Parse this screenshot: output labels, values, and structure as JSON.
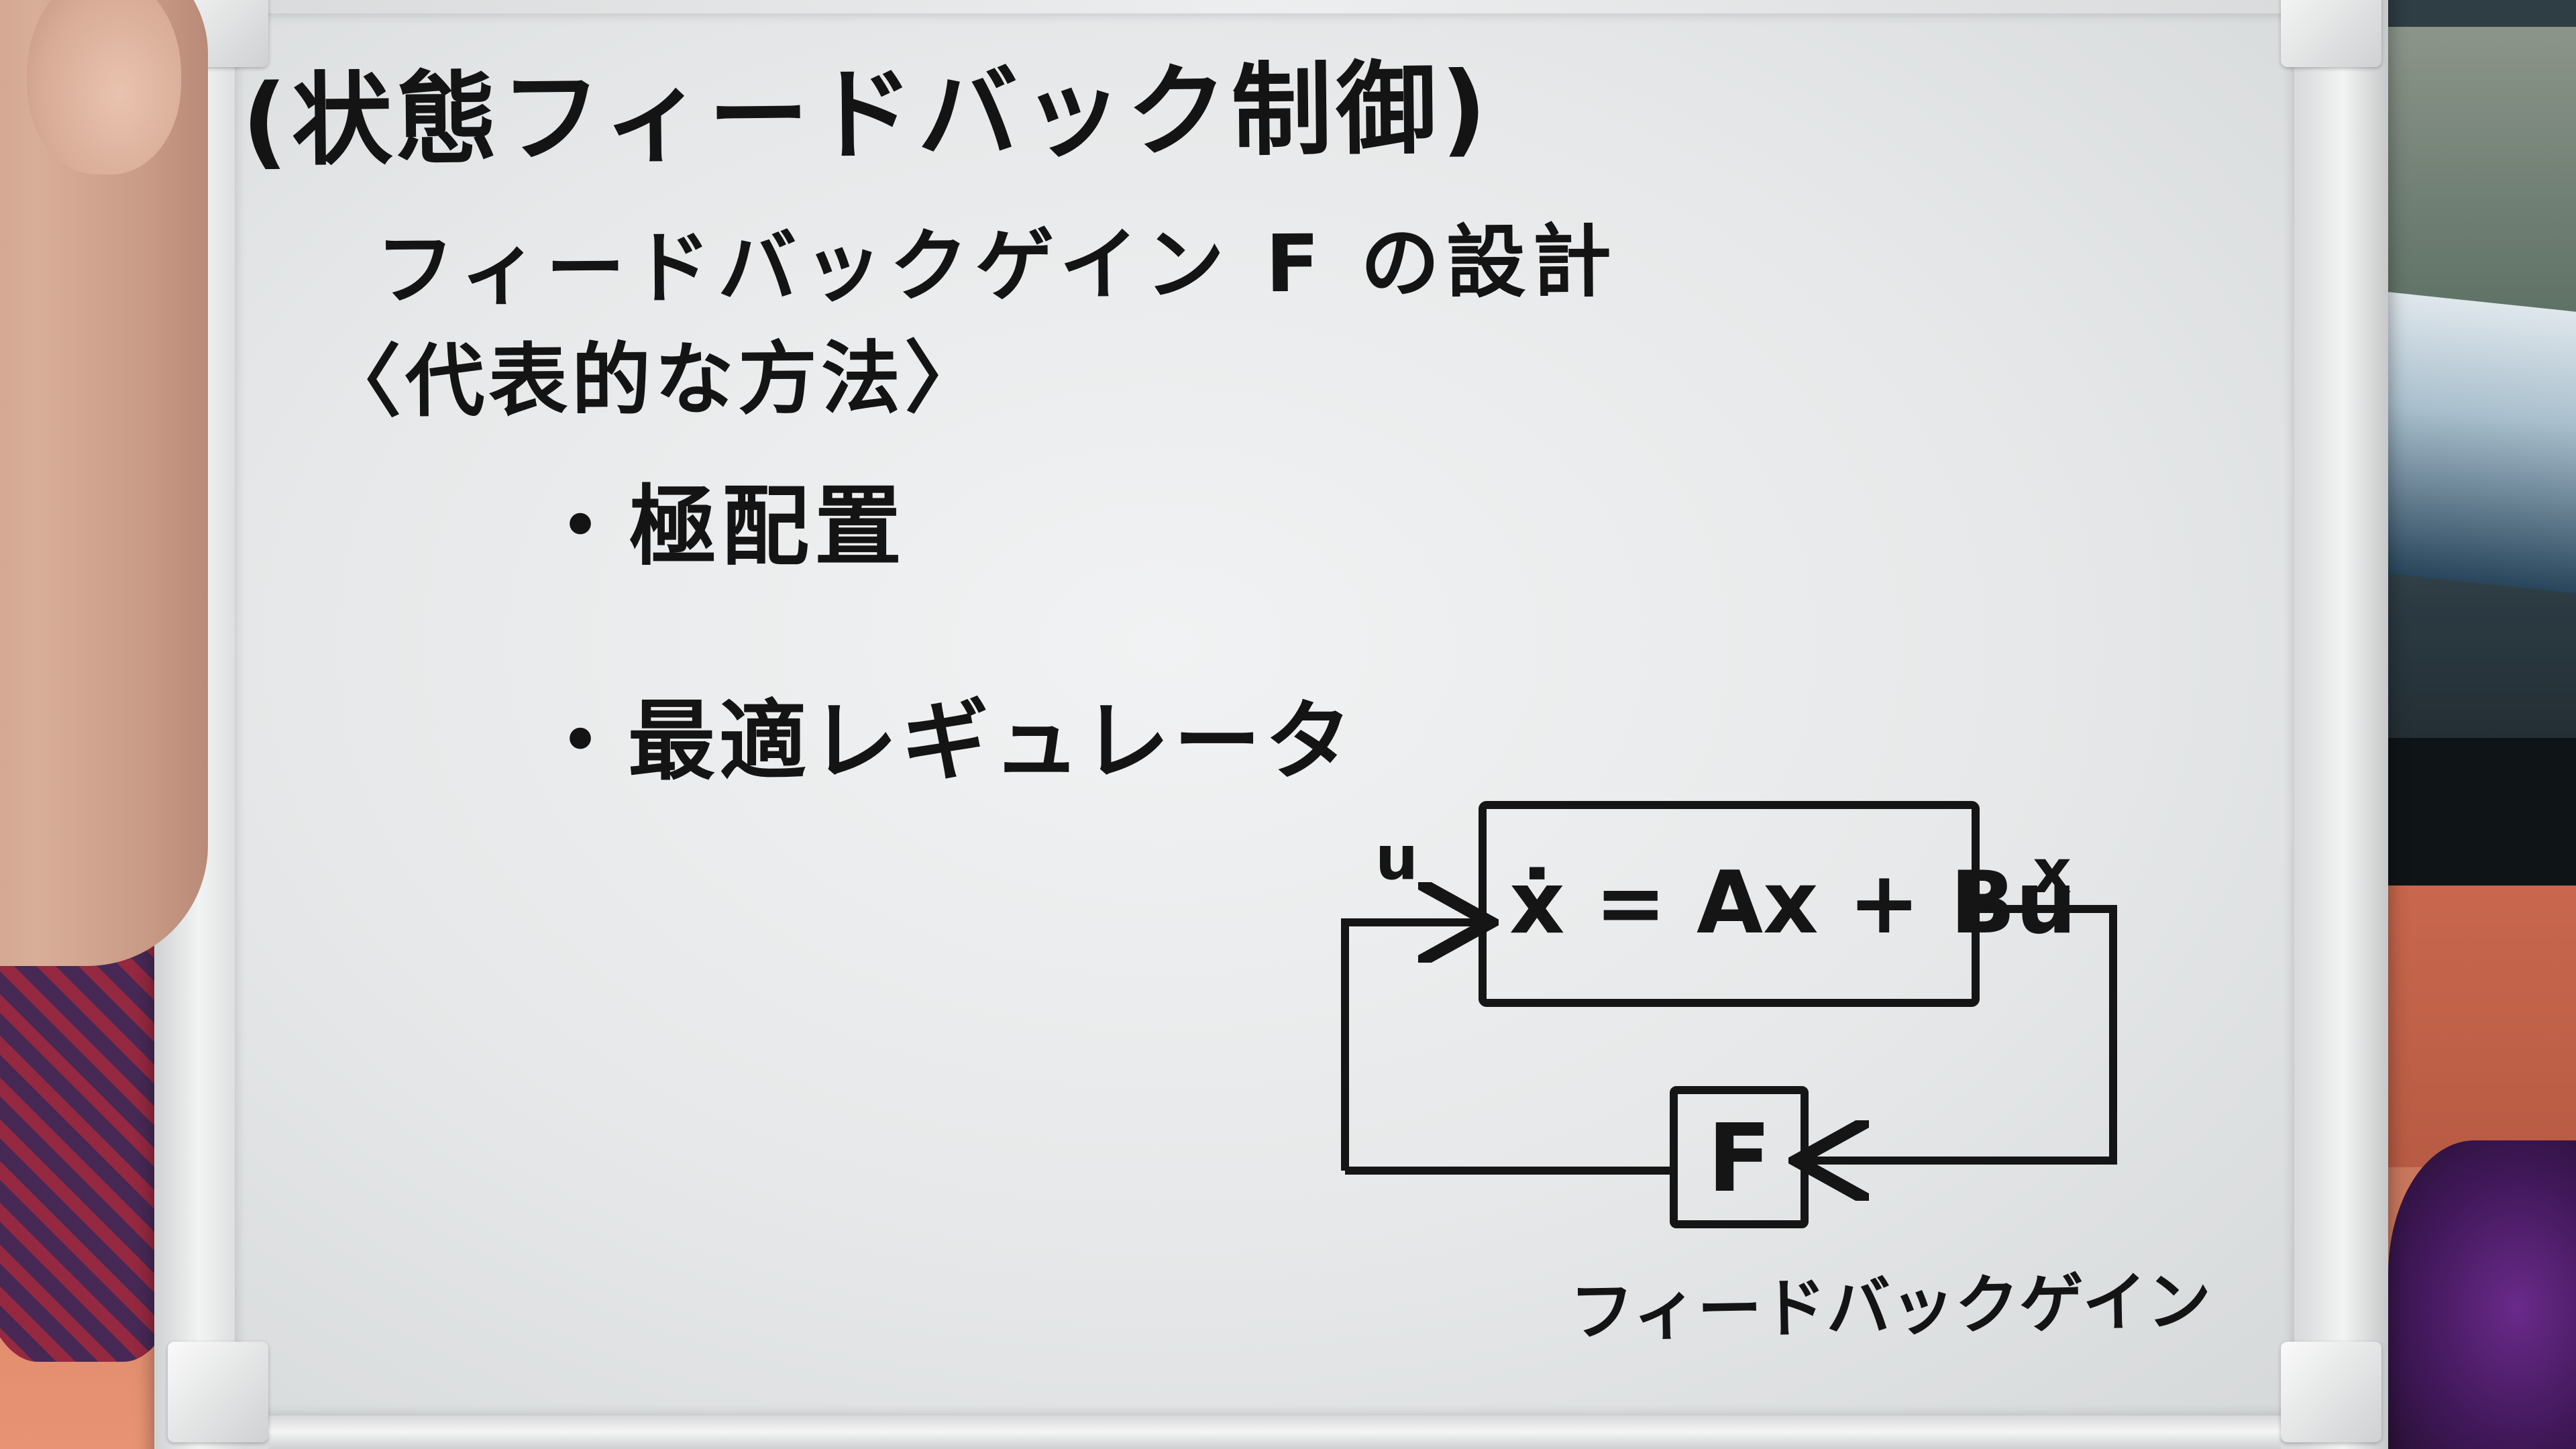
{
  "board": {
    "title": "(状態フィードバック制御)",
    "subtitle": "フィードバックゲイン F の設計",
    "section": "〈代表的な方法〉",
    "items": [
      "・極配置",
      "・最適レギュレータ"
    ]
  },
  "diagram": {
    "input_label": "u",
    "plant_equation": "ẋ = Ax + Bu",
    "output_label": "x",
    "gain_label": "F",
    "gain_caption": "フィードバックゲイン"
  },
  "colors": {
    "ink": "#141414",
    "board": "#e9ebec",
    "frame": "#d9dbdc"
  }
}
